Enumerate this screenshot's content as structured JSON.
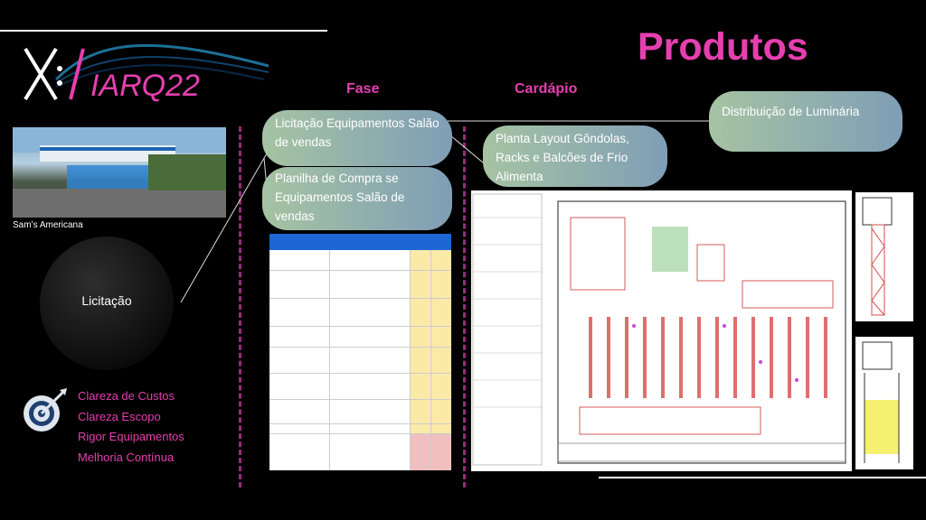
{
  "header": {
    "title": "Produtos",
    "logo_text": "IARQ22"
  },
  "photo": {
    "caption": "Sam’s Americana"
  },
  "circle": {
    "label": "Licitação"
  },
  "goals": [
    "Clareza de Custos",
    "Clareza Escopo",
    "Rigor  Equipamentos",
    "Melhoria Contínua"
  ],
  "columns": {
    "fase": "Fase",
    "cardapio": "Cardápio"
  },
  "pills": {
    "licitacao": "Licitação Equipamentos Salão de vendas",
    "planilha": "Planilha de Compra se Equipamentos Salão de vendas",
    "planta": "Planta Layout Gôndolas, Racks e Balcões de Frio Alimenta",
    "distribuicao": "Distribuição de Luminária"
  },
  "colors": {
    "accent": "#e63fb0",
    "dash": "#9a2a7e",
    "pill_start": "#a6c3a2",
    "pill_end": "#7f9eb6"
  }
}
